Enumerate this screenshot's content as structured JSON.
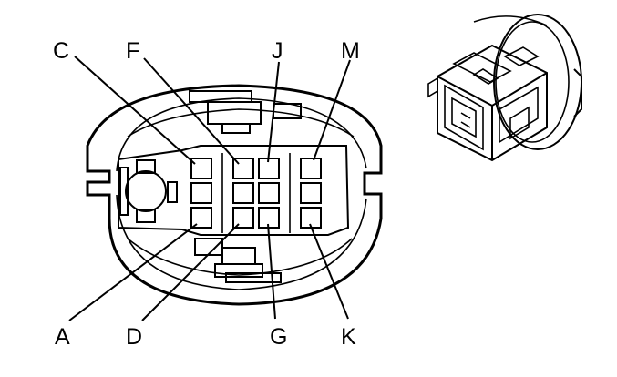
{
  "diagram": {
    "pin_labels": {
      "C": "C",
      "F": "F",
      "J": "J",
      "M": "M",
      "A": "A",
      "D": "D",
      "G": "G",
      "K": "K"
    }
  }
}
